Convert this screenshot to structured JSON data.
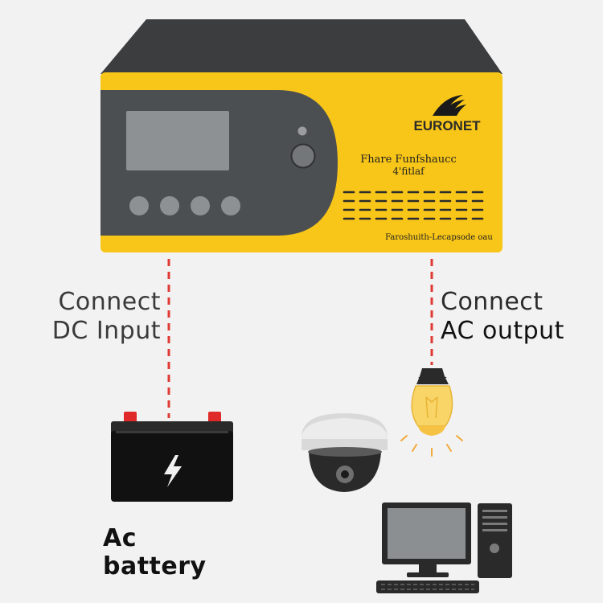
{
  "device": {
    "brand": "EURONET",
    "model_line1": "Fhare Funfshaucc",
    "model_line2": "4'fitlaf",
    "footer_text": "Faroshuith-Lecapsode oau"
  },
  "labels": {
    "dc_input": [
      "Connect",
      "DC Input"
    ],
    "ac_output": [
      "Connect",
      "AC output"
    ],
    "battery": "Ac battery"
  },
  "icons": [
    "inverter",
    "battery-icon",
    "lightning-bolt-icon",
    "light-bulb-icon",
    "cctv-camera-icon",
    "desktop-computer-icon"
  ],
  "colors": {
    "inverter_body": "#f8c619",
    "inverter_top": "#3b3d3f",
    "panel": "#4c4f52",
    "connector_line": "#e03a35",
    "battery_terminal": "#e02a2a",
    "bulb_glow": "#f6c244"
  }
}
